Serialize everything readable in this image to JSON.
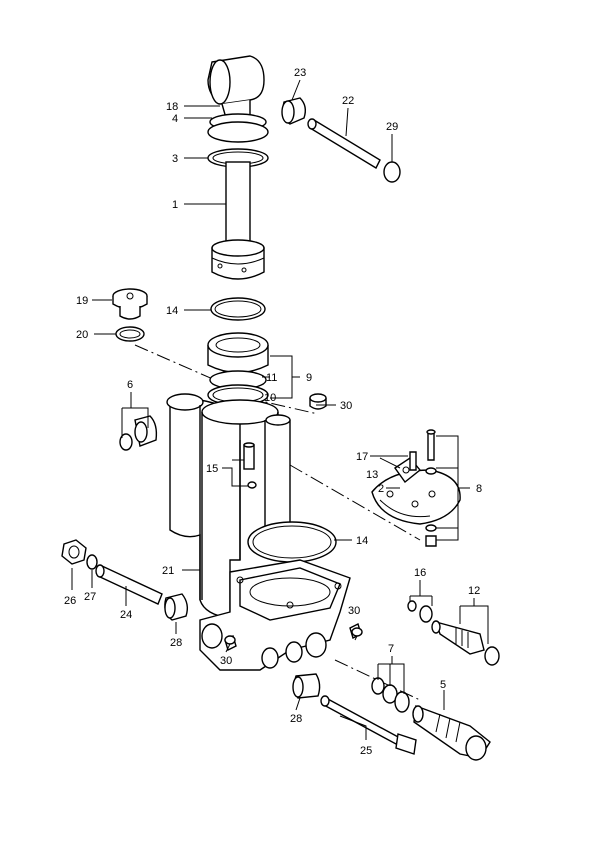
{
  "callouts": {
    "c1": "1",
    "c2": "2",
    "c3": "3",
    "c4": "4",
    "c5": "5",
    "c6": "6",
    "c7": "7",
    "c8": "8",
    "c9": "9",
    "c10": "10",
    "c11": "11",
    "c12": "12",
    "c13": "13",
    "c14a": "14",
    "c14b": "14",
    "c15": "15",
    "c16": "16",
    "c17": "17",
    "c18": "18",
    "c19": "19",
    "c20": "20",
    "c21": "21",
    "c22": "22",
    "c23": "23",
    "c24": "24",
    "c25": "25",
    "c26": "26",
    "c27": "27",
    "c28a": "28",
    "c28b": "28",
    "c29": "29",
    "c30a": "30",
    "c30b": "30",
    "c30c": "30"
  }
}
